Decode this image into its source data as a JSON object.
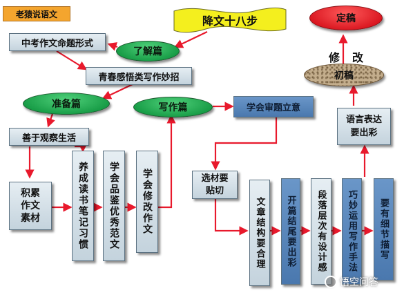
{
  "colors": {
    "arrow": "#e8192c",
    "ellipse_green": "#1aa34a",
    "ellipse_red": "#e0202a",
    "banner_yellow": "#f4ef1e",
    "box_light": "#d6e1e9",
    "box_blue": "#5b8bc2",
    "badge_orange": "#f4a52e"
  },
  "badge": "老猿说语文",
  "banner": "降文十八步",
  "nodes": {
    "exam_forms": "中考作文命题形式",
    "understand": "了解篇",
    "youth_tips": "青春感悟类写作妙招",
    "prepare": "准备篇",
    "writing": "写作篇",
    "observe": "善于观察生活",
    "accumulate": "积累作文素材",
    "reading_habit": "养成读书笔记习惯",
    "appreciate": "学会品鉴优秀范文",
    "revise": "学会修改作文",
    "theme": "学会审题立意",
    "material": "选材要贴切",
    "structure": "文章结构要合理",
    "opening": "开篇结尾要出彩",
    "layers": "段落层次有设计感",
    "techniques": "巧妙运用写作手法",
    "details": "要有细节描写",
    "language": "语言表达要出彩",
    "draft": "初稿",
    "final": "定稿"
  },
  "revise_label": {
    "left": "修",
    "right": "改"
  },
  "watermark": "悟空问答"
}
